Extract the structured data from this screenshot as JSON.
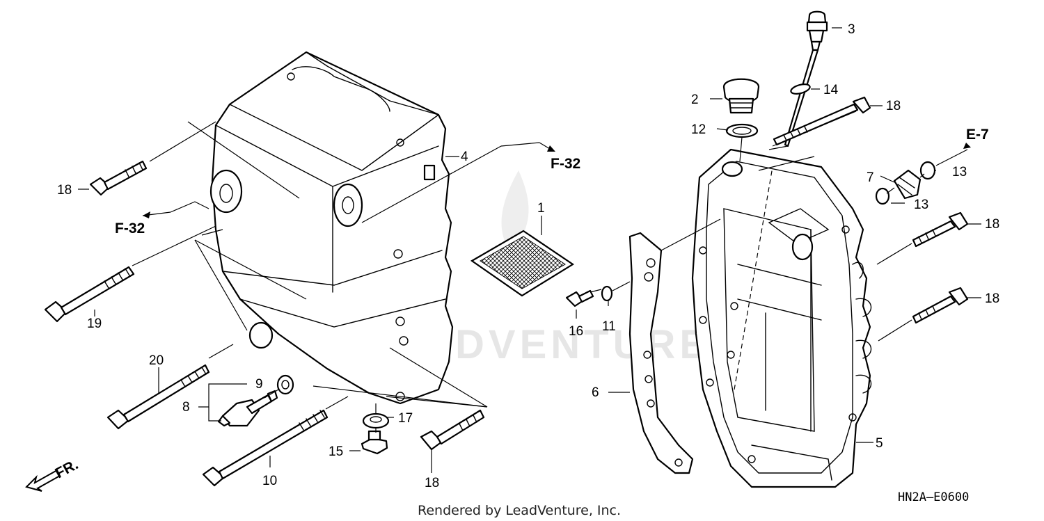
{
  "watermark": "LEADVENTURE",
  "credit": "Rendered by LeadVenture, Inc.",
  "diagram_code": "HN2A—E0600",
  "front_label": "FR.",
  "callouts": {
    "c1": "1",
    "c2": "2",
    "c3": "3",
    "c4": "4",
    "c5": "5",
    "c6": "6",
    "c7": "7",
    "c8": "8",
    "c9": "9",
    "c10": "10",
    "c11": "11",
    "c12": "12",
    "c13a": "13",
    "c13b": "13",
    "c14": "14",
    "c15": "15",
    "c16": "16",
    "c17": "17",
    "c18a": "18",
    "c18b": "18",
    "c18c": "18",
    "c18d": "18",
    "c18e": "18",
    "c19": "19",
    "c20": "20"
  },
  "references": {
    "f32_left": "F-32",
    "f32_mid": "F-32",
    "e7": "E-7"
  }
}
